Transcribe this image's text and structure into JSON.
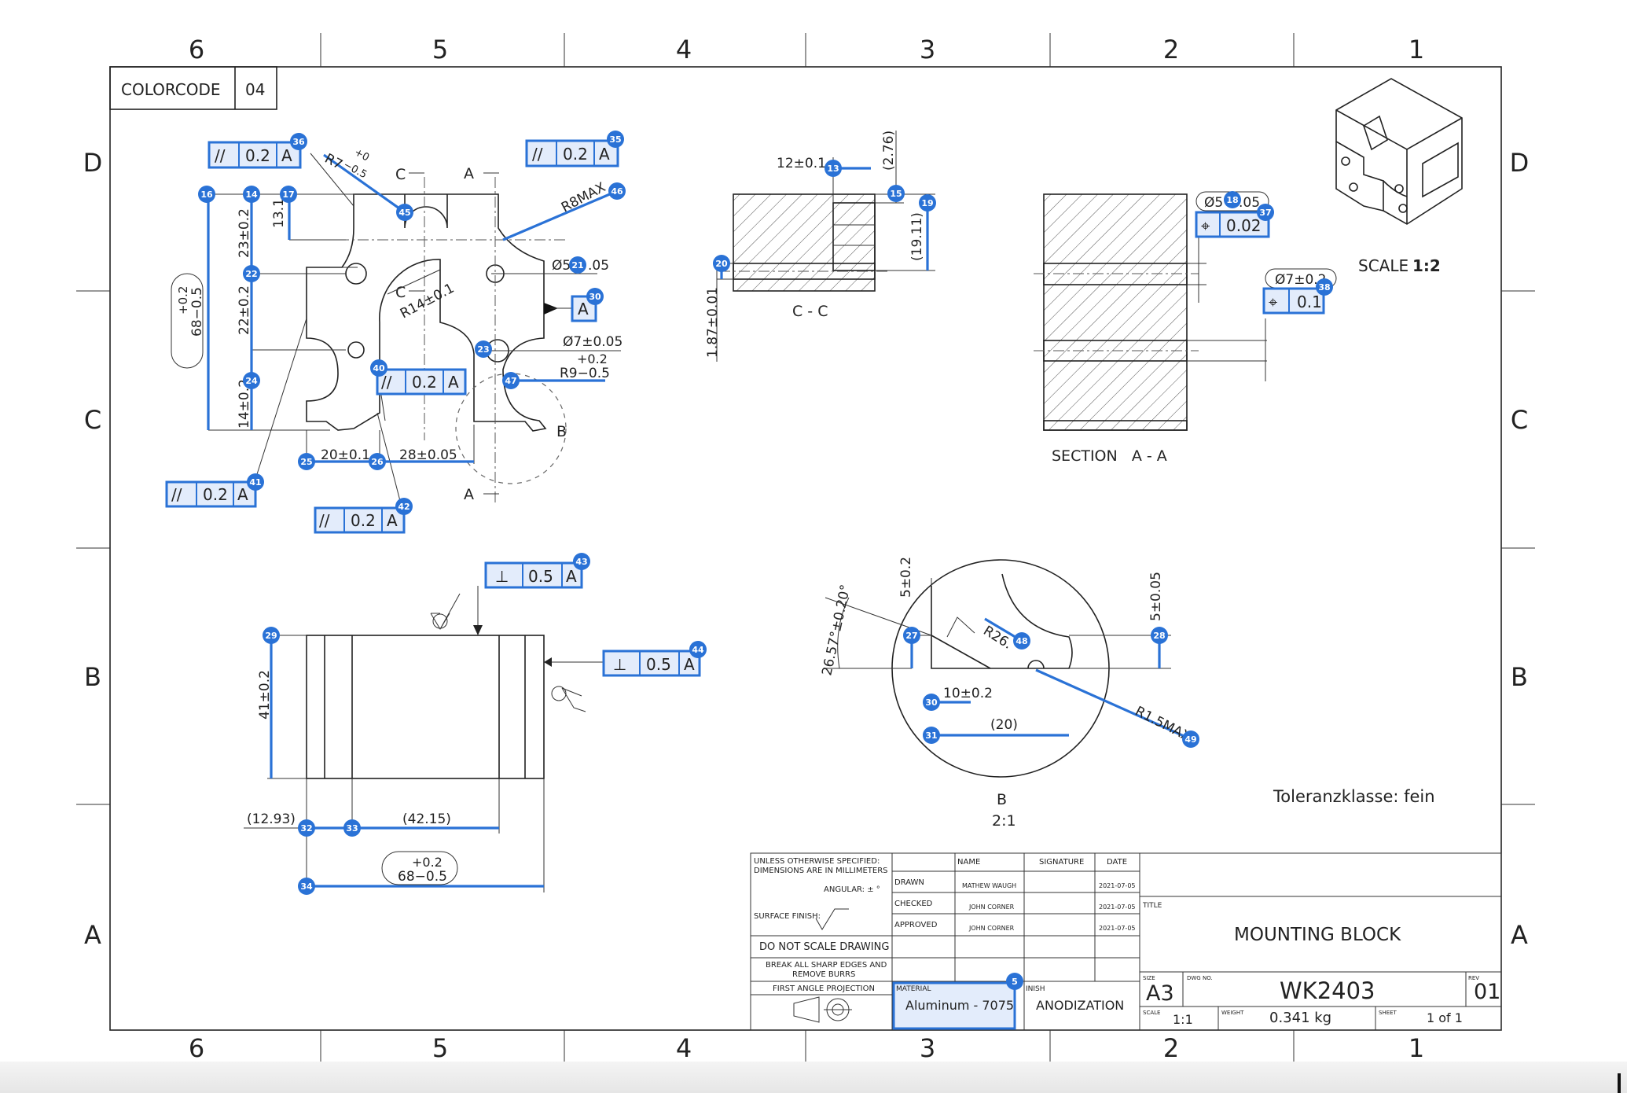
{
  "border": {
    "columns": [
      "6",
      "5",
      "4",
      "3",
      "2",
      "1"
    ],
    "rows": [
      "D",
      "C",
      "B",
      "A"
    ]
  },
  "colorcode": {
    "label": "COLORCODE",
    "value": "04"
  },
  "fcf": {
    "f36": "0.2",
    "f35": "0.2",
    "f30": "A",
    "f40": "0.2",
    "f41": "0.2",
    "f42": "0.2",
    "f43": "0.5",
    "f44": "0.5",
    "f37": "0.02",
    "f38": "0.1",
    "datum": "A"
  },
  "dims": {
    "d_r7": "R7",
    "d_r7_tol1": "+0",
    "d_r7_tol2": "−0.5",
    "d_r8max": "R8MAX",
    "d_13": "13.1",
    "d_23": "23±0.2",
    "d_22": "22±0.2",
    "d_14": "14±0.2",
    "d_68_tol1": "+0.2",
    "d_68_a": "68−0.5",
    "d_o5": "Ø5",
    "d_o5_tol": ".05",
    "d_r14": "R14±0.1",
    "d_o7": "Ø7±0.05",
    "d_r9_tol": "+0.2",
    "d_r9": "R9−0.5",
    "d_20": "20±0.1",
    "d_28": "28±0.05",
    "d_12": "12±0.1",
    "d_276": "(2.76)",
    "d_1911": "(19.11)",
    "d_187": "1.87±0.01",
    "d_o5b": "Ø5",
    "d_o5b_tol": ".05",
    "d_o7b": "Ø7±0.2",
    "d_41": "41±0.2",
    "d_1293": "(12.93)",
    "d_4215": "(42.15)",
    "d_68b_tol": "+0.2",
    "d_68b": "68−0.5",
    "d_5a": "5±0.2",
    "d_5b": "5±0.05",
    "d_ang": "26.57°±0.20°",
    "d_r26": "R26.",
    "d_10": "10±0.2",
    "d_20p": "(20)",
    "d_r15": "R1.5MAX"
  },
  "section_labels": {
    "c_top": "C",
    "a_top": "A",
    "c_mid": "C",
    "a_bot": "A",
    "b_label": "B",
    "cc": "C - C",
    "aa": "SECTION   A - A",
    "detail_b": "B",
    "detail_scale": "2:1"
  },
  "iso": {
    "scale_label": "SCALE",
    "scale_value": "1:2"
  },
  "tolerance_note": "Toleranzklasse: fein",
  "bubbles": [
    "36",
    "35",
    "46",
    "16",
    "14",
    "17",
    "45",
    "22",
    "21",
    "30",
    "23",
    "24",
    "40",
    "47",
    "25",
    "26",
    "41",
    "42",
    "13",
    "15",
    "19",
    "20",
    "18",
    "37",
    "38",
    "43",
    "44",
    "29",
    "27",
    "48",
    "28",
    "30",
    "31",
    "49",
    "32",
    "33",
    "34",
    "5"
  ],
  "title_block": {
    "unless_1": "UNLESS OTHERWISE SPECIFIED:",
    "unless_2": "DIMENSIONS ARE IN MILLIMETERS",
    "angular": "ANGULAR: ±  °",
    "surface": "SURFACE FINISH:",
    "no_scale": "DO NOT SCALE DRAWING",
    "break_1": "BREAK ALL SHARP EDGES AND",
    "break_2": "REMOVE BURRS",
    "first_angle": "FIRST ANGLE PROJECTION",
    "h_name": "NAME",
    "h_signature": "SIGNATURE",
    "h_date": "DATE",
    "drawn": "DRAWN",
    "drawn_name": "MATHEW WAUGH",
    "drawn_date": "2021-07-05",
    "checked": "CHECKED",
    "checked_name": "JOHN CORNER",
    "checked_date": "2021-07-05",
    "approved": "APPROVED",
    "approved_name": "JOHN CORNER",
    "approved_date": "2021-07-05",
    "material_label": "MATERIAL",
    "material": "Aluminum - 7075",
    "finish_label": "INISH",
    "finish": "ANODIZATION",
    "title_label": "TITLE",
    "title": "MOUNTING BLOCK",
    "size_label": "SIZE",
    "size": "A3",
    "dwg_label": "DWG NO.",
    "dwg": "WK2403",
    "rev_label": "REV",
    "rev": "01",
    "scale_label": "SCALE",
    "scale": "1:1",
    "weight_label": "WEIGHT",
    "weight": "0.341 kg",
    "sheet_label": "SHEET",
    "sheet": "1 of 1"
  },
  "colors": {
    "accent": "#2a72d6",
    "accent_fill": "#e3ecfb",
    "line": "#222222"
  }
}
